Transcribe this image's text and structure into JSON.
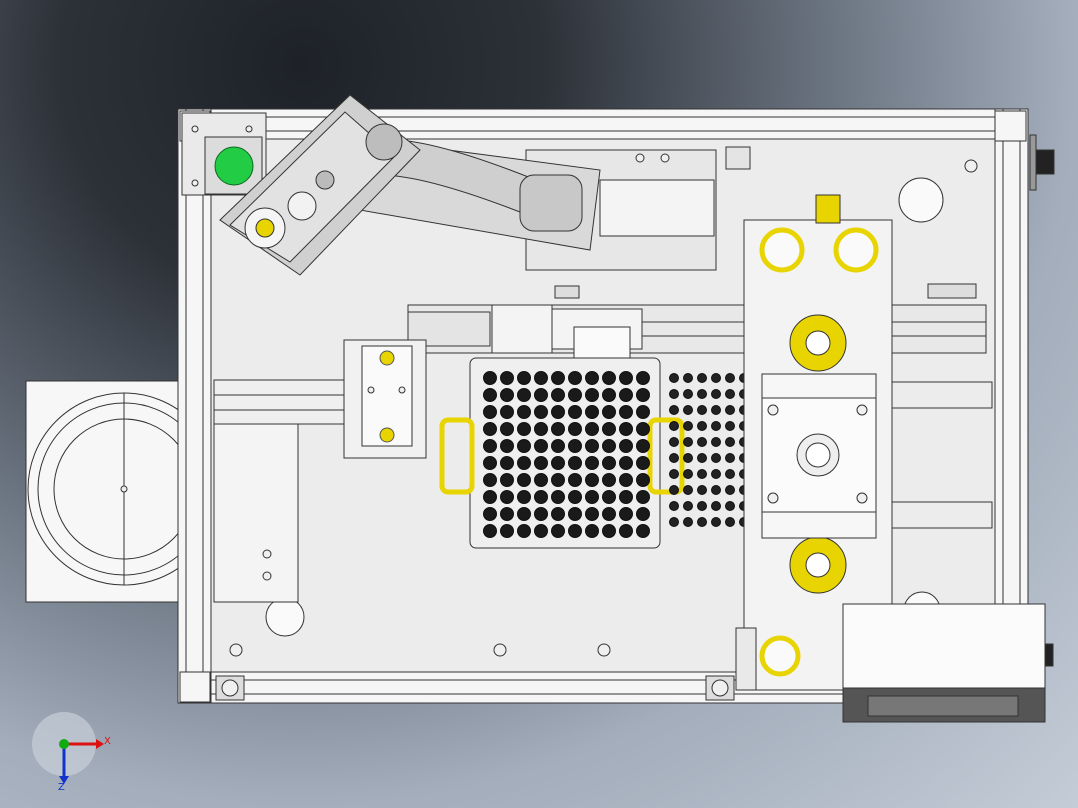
{
  "triad": {
    "x_label": "X",
    "z_label": "Z"
  },
  "colors": {
    "frame": "#f2f2f2",
    "outline": "#3a3a3a",
    "accent_yellow": "#e8d400",
    "button_green": "#22cc44",
    "axis_x": "#dd1111",
    "axis_y": "#11aa11",
    "axis_z": "#1133cc"
  },
  "tray": {
    "rows": 10,
    "cols": 10
  },
  "rear_grid": {
    "rows": 10,
    "cols": 6
  }
}
